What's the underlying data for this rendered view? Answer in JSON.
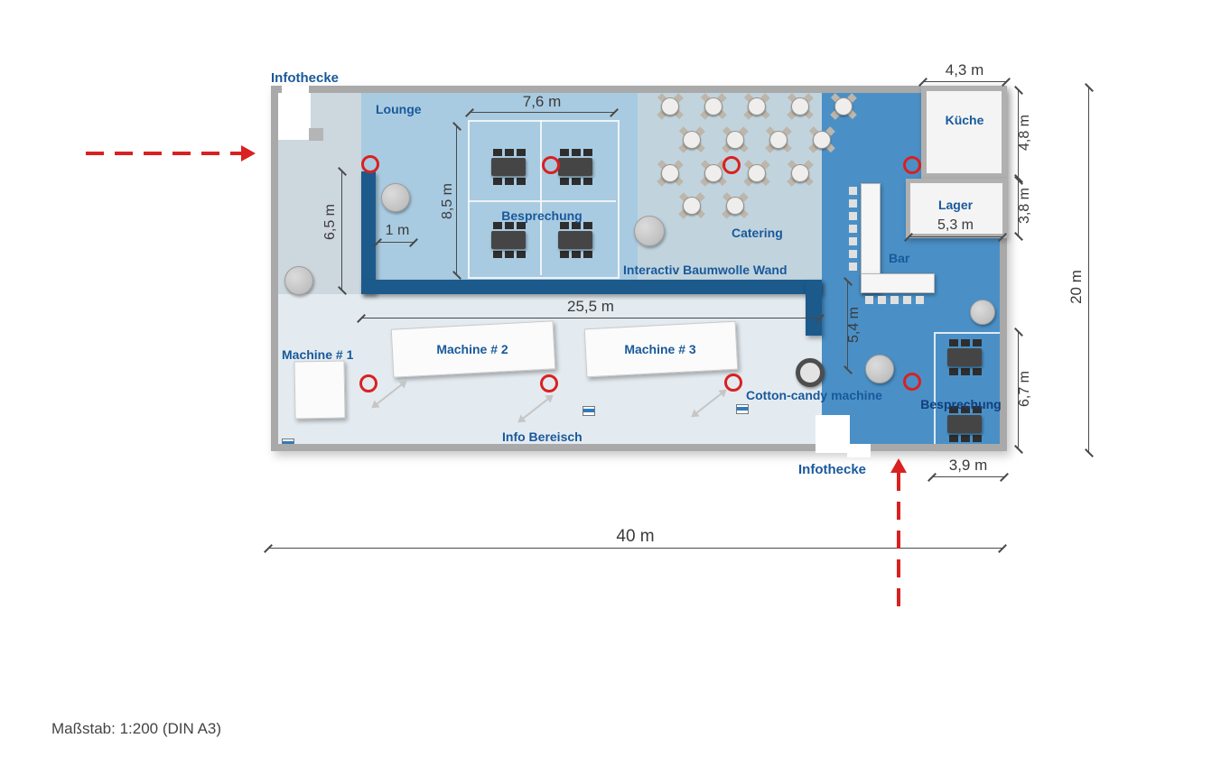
{
  "scale_note": "Maßstab: 1:200 (DIN A3)",
  "labels": {
    "infothecke_top": "Infothecke",
    "lounge": "Lounge",
    "besprechung": "Besprechung",
    "catering": "Catering",
    "interactive_wall": "Interactiv Baumwolle Wand",
    "bar": "Bar",
    "kueche": "Küche",
    "lager": "Lager",
    "machine1": "Machine # 1",
    "machine2": "Machine # 2",
    "machine3": "Machine # 3",
    "cotton_candy": "Cotton-candy machine",
    "info_bereich": "Info Bereisch",
    "besprechung2": "Besprechung",
    "infothecke_bottom": "Infothecke"
  },
  "dimensions": {
    "top_span": "7,6 m",
    "besprechung_height": "8,5 m",
    "lounge_height": "6,5 m",
    "wall_offset": "1 m",
    "main_width": "25,5 m",
    "wall_drop": "5,4 m",
    "kueche_width": "4,3 m",
    "kueche_height": "4,8 m",
    "lager_height": "3,8 m",
    "lager_width": "5,3 m",
    "total_height": "20 m",
    "besprechung2_height": "6,7 m",
    "besprechung2_width": "3,9 m",
    "total_width": "40 m"
  },
  "colors": {
    "label_blue": "#19599b",
    "dimension_text": "#3a3a3a",
    "arrow_red": "#d92121",
    "wall_gray": "#a9a9a9",
    "interactive_wall_blue": "#1c5a8c",
    "zone_right_blue": "#4a90c6",
    "zone_lounge": "#a9cbe1",
    "zone_catering": "#c1d4de",
    "zone_base": "#cdd7de",
    "zone_bottom": "#e4ebf0"
  }
}
